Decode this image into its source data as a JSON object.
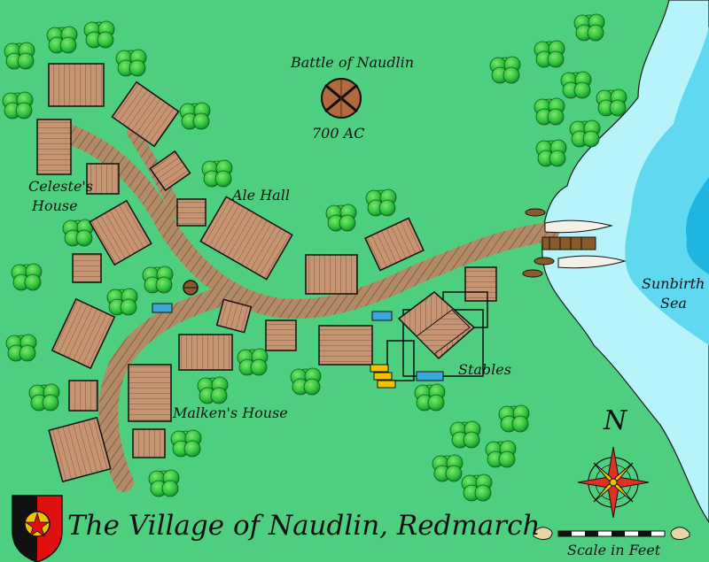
{
  "map": {
    "title": "The Village of Naudlin, Redmarch",
    "labels": {
      "battle": "Battle of Naudlin",
      "battle_date": "700 AC",
      "celeste_line1": "Celeste's",
      "celeste_line2": "House",
      "ale_hall": "Ale Hall",
      "malken": "Malken's House",
      "stables": "Stables",
      "sea_line1": "Sunbirth",
      "sea_line2": "Sea"
    },
    "compass_letter": "N",
    "scale_label": "Scale in Feet",
    "colors": {
      "grass": "#4ecf80",
      "shallow_water": "#b7f3fb",
      "mid_water": "#5fd8f0",
      "deep_water": "#20b4e0",
      "roof": "#c79472",
      "road": "#b28a66",
      "tree": "#2fc43c",
      "shield_red": "#e01010",
      "shield_yellow": "#f2c200"
    }
  }
}
